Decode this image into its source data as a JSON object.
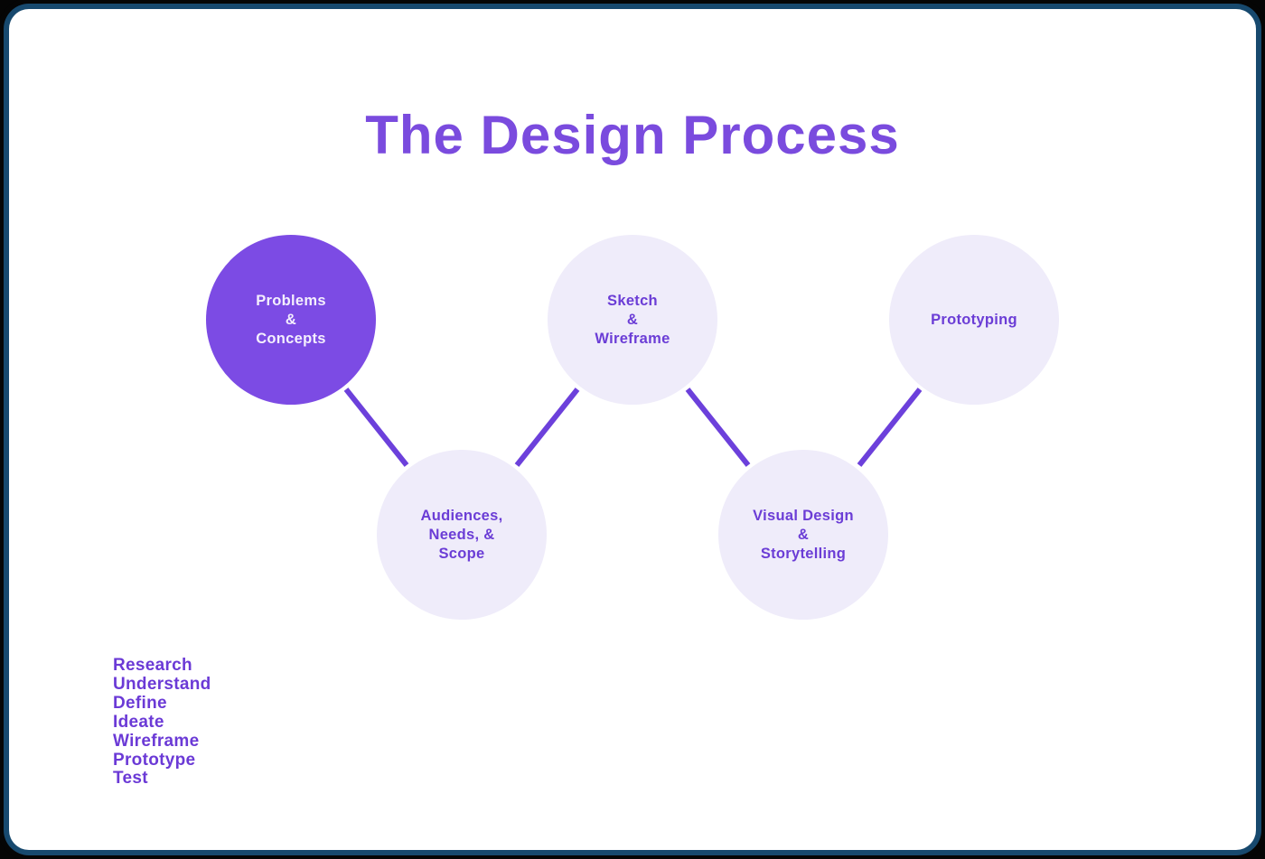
{
  "title": "The Design Process",
  "colors": {
    "title_purple": "#7A4BDE",
    "filled_circle": "#7C4BE4",
    "light_circle": "#EFECFA",
    "circle_text_purple": "#6B3DD6",
    "circle_text_white": "#F4EFFD",
    "connector_line": "#6C40DB",
    "steps_text": "#6B3AD6",
    "canvas_background": "#FFFFFF",
    "frame_blue": "#17496E",
    "frame_outer": "#050505"
  },
  "circles": [
    {
      "name": "problems-concepts",
      "style": "filled",
      "lines": [
        "Problems",
        "&",
        "Concepts"
      ]
    },
    {
      "name": "audiences-needs-scope",
      "style": "light",
      "lines": [
        "Audiences,",
        "Needs, &",
        "Scope"
      ]
    },
    {
      "name": "sketch-wireframe",
      "style": "light",
      "lines": [
        "Sketch",
        "&",
        "Wireframe"
      ]
    },
    {
      "name": "visual-design-storytelling",
      "style": "light",
      "lines": [
        "Visual Design",
        "&",
        "Storytelling"
      ]
    },
    {
      "name": "prototyping",
      "style": "light",
      "lines": [
        "Prototyping"
      ]
    }
  ],
  "steps": [
    "Research",
    "Understand",
    "Define",
    "Ideate",
    "Wireframe",
    "Prototype",
    "Test"
  ]
}
